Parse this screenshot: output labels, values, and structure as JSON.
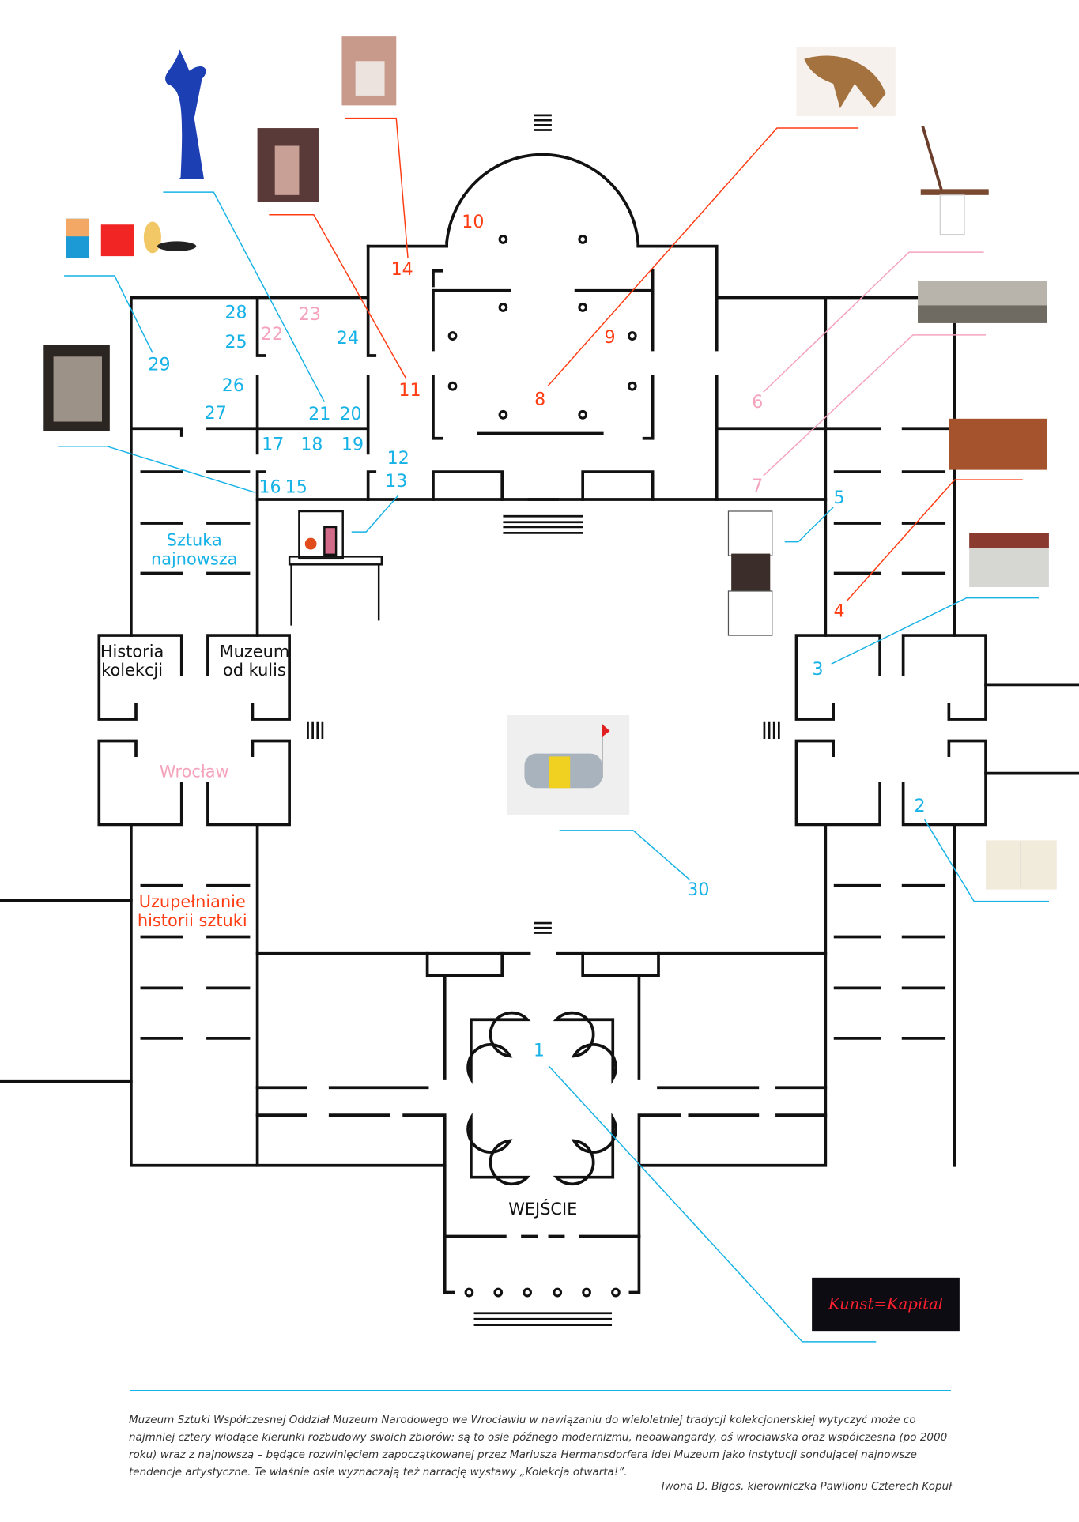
{
  "rooms": {
    "sztuka_najnowsza": [
      "Sztuka",
      "najnowsza"
    ],
    "historia_kolekcji": [
      "Historia",
      "kolekcji"
    ],
    "muzeum_od_kulis": [
      "Muzeum",
      "od kulis"
    ],
    "wroclaw": "Wrocław",
    "uzupelnianie": [
      "Uzupełnianie",
      "historii sztuki"
    ],
    "entrance": "WEJŚCIE"
  },
  "numbers": [
    "1",
    "2",
    "3",
    "4",
    "5",
    "6",
    "7",
    "8",
    "9",
    "10",
    "11",
    "12",
    "13",
    "14",
    "15",
    "16",
    "17",
    "18",
    "19",
    "20",
    "21",
    "22",
    "23",
    "24",
    "25",
    "26",
    "27",
    "28",
    "29",
    "30"
  ],
  "neon_text": "Kunst=Kapital",
  "caption": "Muzeum Sztuki Współczesnej Oddział Muzeum Narodowego we Wrocławiu w nawiązaniu do wieloletniej tradycji kolekcjonerskiej wytyczyć może co najmniej cztery wiodące kierunki rozbudowy swoich zbiorów: są to osie późnego modernizmu, neoawangardy, oś wrocławska oraz współczesna (po 2000 roku) wraz z najnowszą – będące rozwinięciem zapoczątkowanej przez Mariusza Hermansdorfera idei Muzeum jako instytucji sondującej najnowsze tendencje artystyczne. Te właśnie osie wyznaczają też narrację wystawy „Kolekcja otwarta!”.",
  "author": "Iwona D. Bigos, kierowniczka Pawilonu Czterech Kopuł",
  "colors": {
    "cyan": "#17b2e6",
    "red": "#ff3d14",
    "pink": "#f5a3bd"
  }
}
